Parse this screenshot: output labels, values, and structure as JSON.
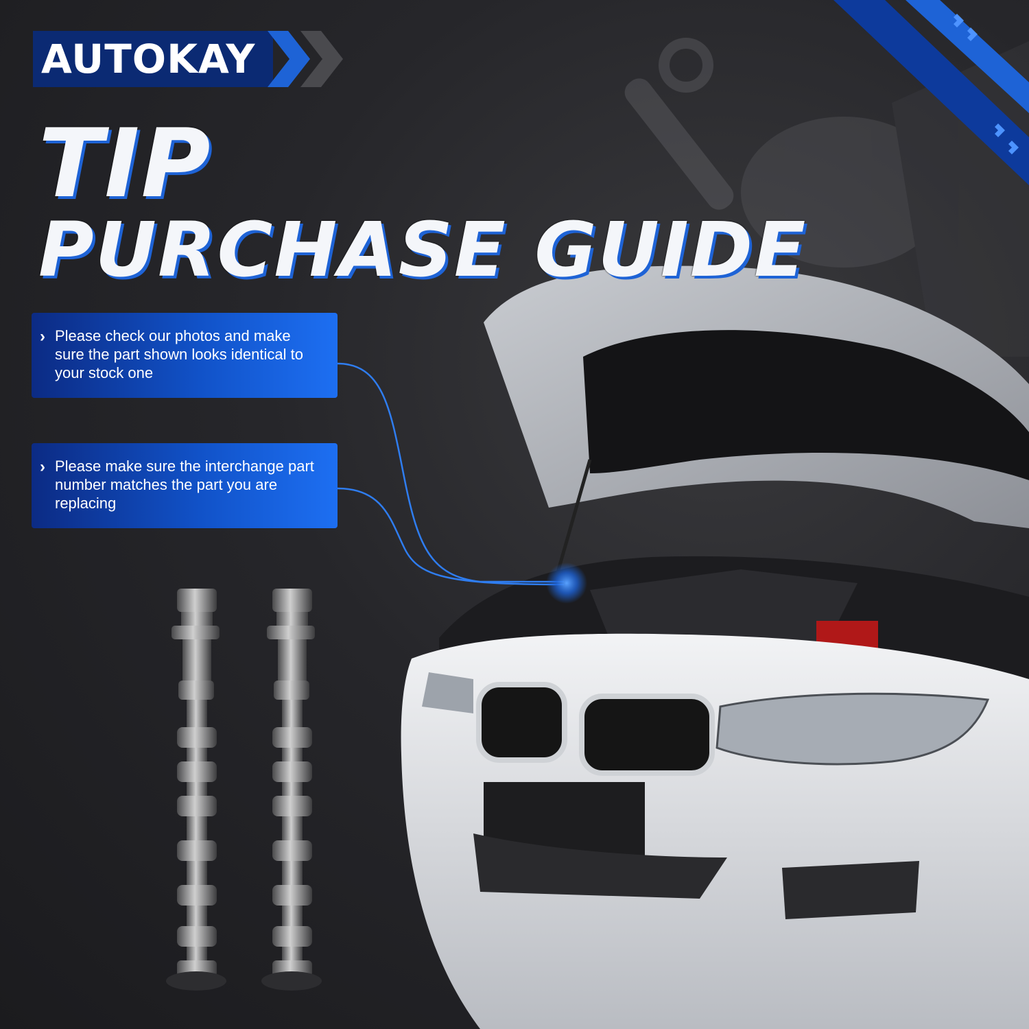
{
  "brand": {
    "name": "AUTOKAY",
    "accent_color": "#1e63d6",
    "dark_blue": "#0b2a73"
  },
  "headline": {
    "tip": "TIP",
    "guide": "PURCHASE GUIDE"
  },
  "tips": [
    {
      "icon": "chevron-right-icon",
      "text": "Please check our photos and make sure the part shown looks identical to your stock one"
    },
    {
      "icon": "chevron-right-icon",
      "text": "Please make sure the interchange part number matches the part you are replacing"
    }
  ],
  "visuals": {
    "car": "white sedan with open hood",
    "parts": "two camshafts",
    "background": "mechanic with wrench"
  }
}
